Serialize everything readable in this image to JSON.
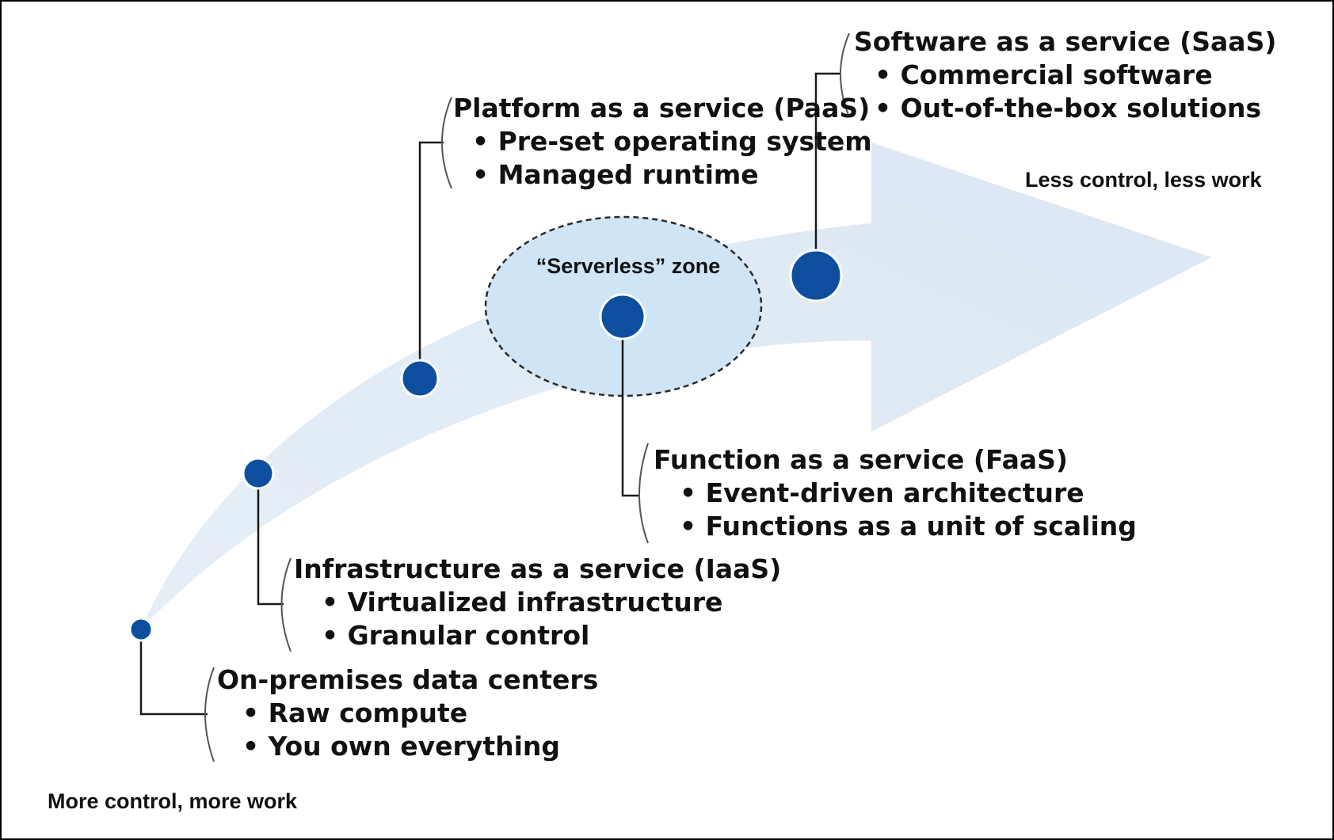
{
  "diagram": {
    "edges": {
      "low": "More control, more work",
      "high": "Less control, less work"
    },
    "zone_label": "“Serverless” zone",
    "nodes": [
      {
        "id": "onprem",
        "title": "On-premises data centers",
        "bullets": [
          "Raw compute",
          "You own everything"
        ]
      },
      {
        "id": "iaas",
        "title": "Infrastructure as a service (IaaS)",
        "bullets": [
          "Virtualized infrastructure",
          "Granular control"
        ]
      },
      {
        "id": "paas",
        "title": "Platform as a service (PaaS)",
        "bullets": [
          "Pre-set operating system",
          "Managed runtime"
        ]
      },
      {
        "id": "faas",
        "title": "Function as a service (FaaS)",
        "bullets": [
          "Event-driven architecture",
          "Functions as a unit of scaling"
        ]
      },
      {
        "id": "saas",
        "title": "Software as a service (SaaS)",
        "bullets": [
          "Commercial software",
          "Out-of-the-box solutions"
        ]
      }
    ],
    "colors": {
      "arrow": "#dde8f3",
      "zone_fill": "#cfe4f5",
      "dot": "#0d4f9e",
      "line": "#1a1a1a"
    }
  }
}
